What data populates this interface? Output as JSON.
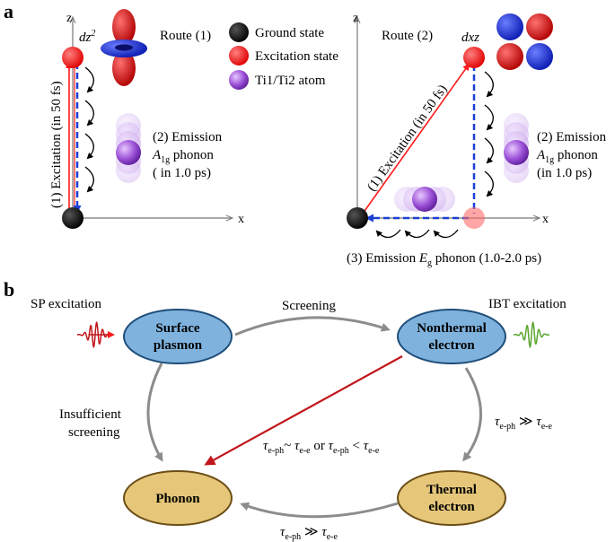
{
  "panel_a": {
    "label": "a",
    "axis_z": "z",
    "axis_x": "x",
    "route1": {
      "title": "Route (1)",
      "orbital": "dz",
      "orbital_sup": "2",
      "excitation": "(1) Excitation (in 50 fs)",
      "emission_line1": "(2) Emission",
      "emission_A": "A",
      "emission_A_sub": "1g",
      "emission_phonon": " phonon",
      "emission_time": "( in 1.0 ps)"
    },
    "route2": {
      "title": "Route (2)",
      "orbital": "dxz",
      "excitation": "(1) Excitation (in 50 fs)",
      "emission_line1": "(2) Emission",
      "emission_A": "A",
      "emission_A_sub": "1g",
      "emission_phonon": " phonon",
      "emission_time": "(in 1.0 ps)",
      "emission3_prefix": "(3) Emission  ",
      "emission3_E": "E",
      "emission3_E_sub": "g",
      "emission3_suffix": " phonon (1.0-2.0 ps)"
    },
    "legend": [
      {
        "label": "Ground state",
        "color": "#000000"
      },
      {
        "label": "Excitation state",
        "color": "#ff1a1a"
      },
      {
        "label": "Ti1/Ti2 atom",
        "color": "#8a3fc4"
      }
    ]
  },
  "panel_b": {
    "label": "b",
    "nodes": {
      "surface_plasmon": [
        "Surface",
        "plasmon"
      ],
      "nonthermal_electron": [
        "Nonthermal",
        "electron"
      ],
      "phonon": [
        "Phonon"
      ],
      "thermal_electron": [
        "Thermal",
        "electron"
      ]
    },
    "sp_excitation": "SP excitation",
    "ibt_excitation": "IBT excitation",
    "screening": "Screening",
    "insufficient_screening": [
      "Insufficient",
      "screening"
    ],
    "tau": "τ",
    "sub_eph": "e-ph",
    "sub_ee": "e-e",
    "rel_much_greater": " ≫ ",
    "rel_sim": "~ ",
    "rel_or": " or ",
    "rel_less": " < ",
    "colors": {
      "blue_node": "#7fb3de",
      "tan_node": "#e6c77a",
      "red_arrow": "#c0161b",
      "gray_arrow": "#8c8c8c",
      "green_wave": "#5aa62e"
    }
  }
}
